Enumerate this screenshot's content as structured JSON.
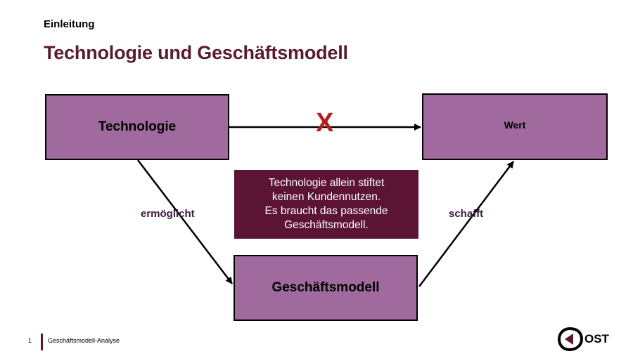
{
  "header": {
    "section": "Einleitung",
    "title": "Technologie und Geschäftsmodell"
  },
  "diagram": {
    "nodes": {
      "technologie": "Technologie",
      "wert": "Wert",
      "geschaeftsmodell": "Geschäftsmodell"
    },
    "cross_mark": "X",
    "edges": {
      "ermoeglicht": "ermöglicht",
      "schafft": "schafft"
    },
    "note": {
      "lines": [
        "Technologie allein stiftet",
        "keinen Kundennutzen.",
        "Es braucht das passende",
        "Geschäftsmodell."
      ]
    }
  },
  "footer": {
    "page_number": "1",
    "text": "Geschäftsmodell-Analyse",
    "logo_text": "OST"
  },
  "colors": {
    "box_fill": "#a06a9e",
    "title": "#5a1a30",
    "note_fill": "#5b1433",
    "cross": "#b0201e"
  }
}
